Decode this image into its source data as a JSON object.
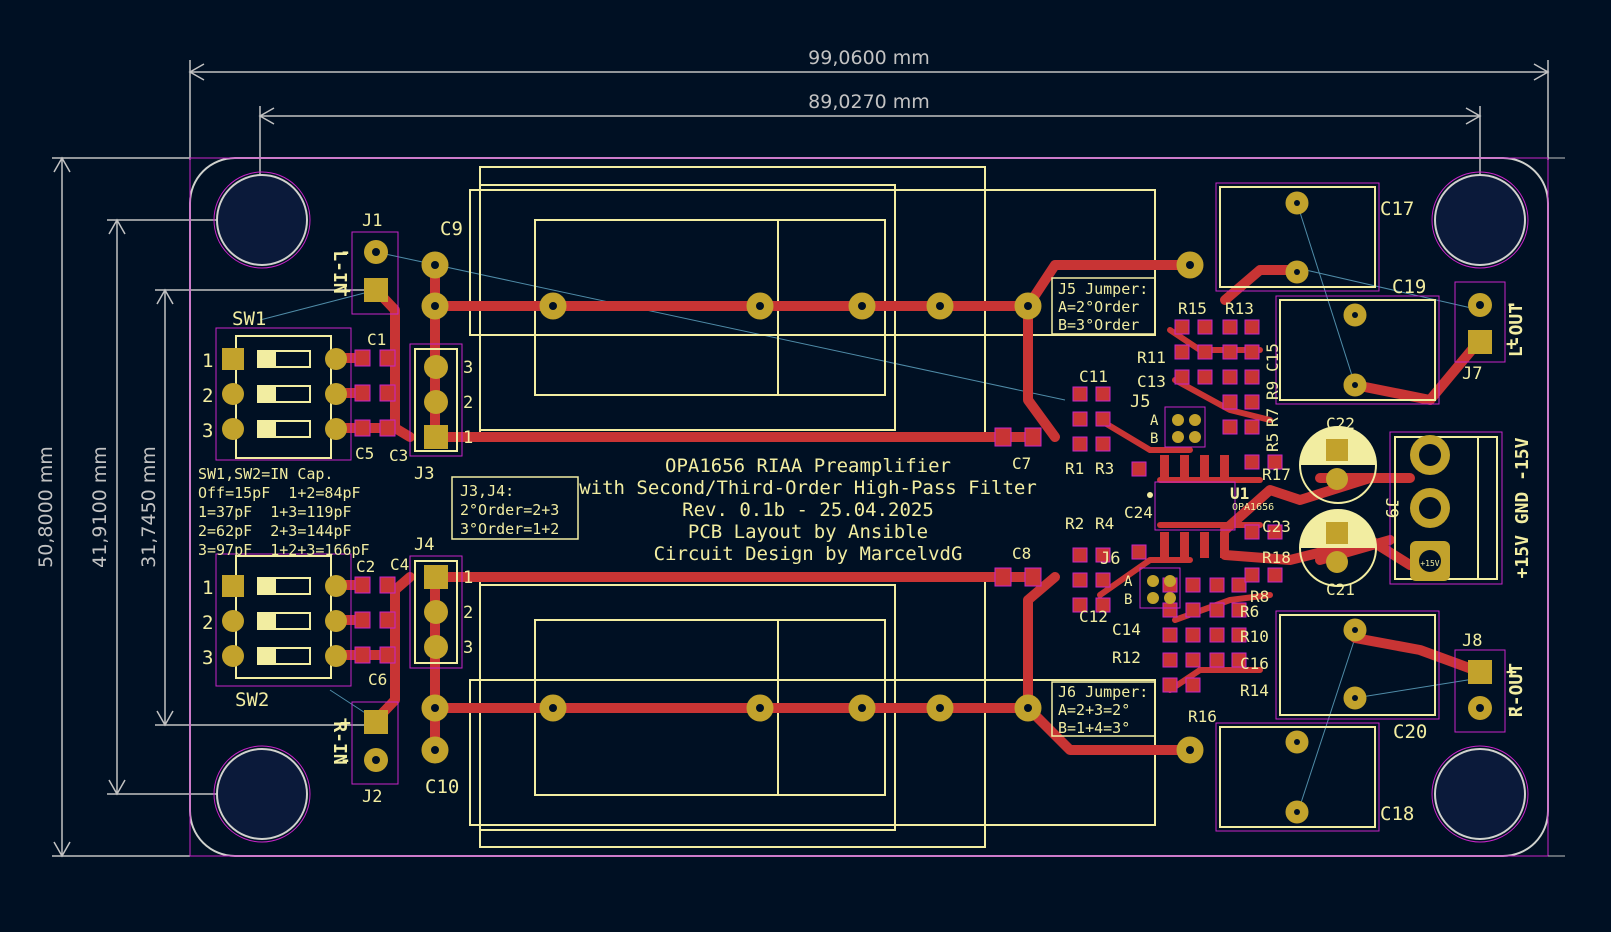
{
  "colors": {
    "background": "#001023",
    "copper": "#c83434",
    "silkscreen": "#f2eda1",
    "pad": "#c2a22c",
    "courtyard": "#c724c7",
    "edge": "#d0d2cd",
    "dimension": "#c2c2c2",
    "ratsnest": "#4f8ca8"
  },
  "dimensions": {
    "width_total": "99,0600 mm",
    "width_holes": "89,0270 mm",
    "height_total": "50,8000 mm",
    "height_mid": "41,9100 mm",
    "height_inner": "31,7450 mm"
  },
  "title_block": {
    "line1": "OPA1656 RIAA Preamplifier",
    "line2": "with Second/Third-Order High-Pass Filter",
    "line3": "Rev. 0.1b - 25.04.2025",
    "line4": "PCB Layout by Ansible",
    "line5": "Circuit Design by MarcelvdG"
  },
  "notes": {
    "sw_legend": [
      "SW1,SW2=IN Cap.",
      "Off=15pF  1+2=84pF",
      "1=37pF  1+3=119pF",
      "2=62pF  2+3=144pF",
      "3=97pF  1+2+3=166pF"
    ],
    "j34_legend": [
      "J3,J4:",
      "2°Order=2+3",
      "3°Order=1+2"
    ],
    "j5_legend": [
      "J5 Jumper:",
      "A=2°Order",
      "B=3°Order"
    ],
    "j6_legend": [
      "J6 Jumper:",
      "A=2+3=2°",
      "B=1+4=3°"
    ]
  },
  "switches": {
    "sw1": "SW1",
    "sw2": "SW2",
    "pin1": "1",
    "pin2": "2",
    "pin3": "3"
  },
  "connectors": {
    "j1": "J1",
    "j2": "J2",
    "j3": "J3",
    "j4": "J4",
    "j5": "J5",
    "j6": "J6",
    "j7": "J7",
    "j8": "J8",
    "j9": "J9",
    "l_in": "L-IN",
    "r_in": "R-IN",
    "l_out": "L-OUT",
    "r_out": "R-OUT",
    "power": "+15V GND -15V",
    "plus": "+",
    "minus": "-",
    "a": "A",
    "b": "B",
    "p1": "1",
    "p2": "2",
    "p3": "3",
    "pad_15v": "+15V",
    "u1": "U1",
    "u1_value": "OPA1656"
  },
  "refs": {
    "c1": "C1",
    "c2": "C2",
    "c3": "C3",
    "c4": "C4",
    "c5": "C5",
    "c6": "C6",
    "c7": "C7",
    "c8": "C8",
    "c9": "C9",
    "c10": "C10",
    "c11": "C11",
    "c12": "C12",
    "c13": "C13",
    "c14": "C14",
    "c15": "C15",
    "c16": "C16",
    "c17": "C17",
    "c18": "C18",
    "c19": "C19",
    "c20": "C20",
    "c21": "C21",
    "c22": "C22",
    "c23": "C23",
    "c24": "C24",
    "r1": "R1",
    "r2": "R2",
    "r3": "R3",
    "r4": "R4",
    "r5": "R5",
    "r6": "R6",
    "r7": "R7",
    "r8": "R8",
    "r9": "R9",
    "r10": "R10",
    "r11": "R11",
    "r12": "R12",
    "r13": "R13",
    "r14": "R14",
    "r15": "R15",
    "r16": "R16",
    "r17": "R17",
    "r18": "R18"
  }
}
